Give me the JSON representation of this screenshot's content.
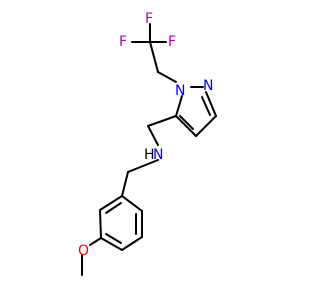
{
  "atoms": {
    "f_top": {
      "symbol": "F",
      "color": "#b400b4"
    },
    "f_left": {
      "symbol": "F",
      "color": "#b400b4"
    },
    "f_right": {
      "symbol": "F",
      "color": "#b400b4"
    },
    "n1": {
      "symbol": "N",
      "color": "#0000ff"
    },
    "n2": {
      "symbol": "N",
      "color": "#0000ff"
    },
    "amine": {
      "symbol": "H",
      "color": "#000000"
    },
    "amine_n": {
      "symbol": "N",
      "color": "#0000ff"
    },
    "oxygen": {
      "symbol": "O",
      "color": "#ff0000"
    }
  },
  "colors": {
    "bond": "#000000",
    "fluorine": "#b400b4",
    "nitrogen": "#0000ff",
    "oxygen": "#ff0000",
    "background": "#ffffff"
  }
}
